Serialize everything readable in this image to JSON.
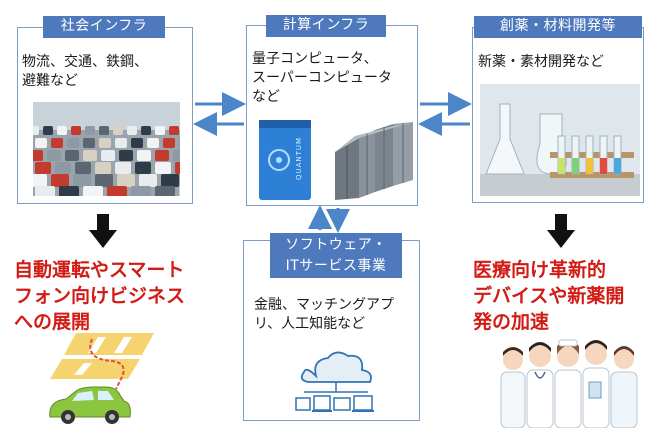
{
  "boxes": {
    "social": {
      "title": "社会インフラ",
      "lines": [
        "物流、交通、鉄鋼、",
        "避難など"
      ]
    },
    "compute": {
      "title": "計算インフラ",
      "lines": [
        "量子コンピュータ、",
        "スーパーコンピュータ",
        "など"
      ],
      "device_label": "QUANTUM"
    },
    "drug": {
      "title": "創薬・材料開発等",
      "lines": [
        "新薬・素材開発など"
      ]
    },
    "software": {
      "title_lines": [
        "ソフトウェア・",
        "ITサービス事業"
      ],
      "lines": [
        "金融、マッチングアプ",
        "リ、人工知能など"
      ]
    }
  },
  "outcomes": {
    "left": [
      "自動運転やスマート",
      "フォン向けビジネス",
      "への展開"
    ],
    "right": [
      "医療向け革新的",
      "デバイスや新薬開",
      "発の加速"
    ]
  },
  "colors": {
    "box_header": "#4f79bd",
    "box_border": "#7f9bc7",
    "arrow_blue": "#4a86c8",
    "outcome_red": "#d11b14",
    "down_arrow": "#111111"
  }
}
